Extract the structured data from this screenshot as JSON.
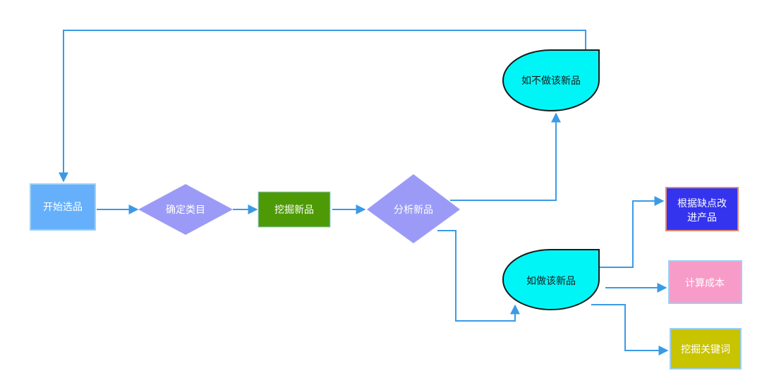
{
  "colors": {
    "connector": "#3b9ae6",
    "start_fill": "#66b0fb",
    "start_border": "#9ad0f5",
    "decision_fill": "#9b9bf7",
    "process_fill": "#4e9a06",
    "drop_fill": "#00f6f6",
    "improve_fill": "#3434ef",
    "improve_border": "#e08a6c",
    "cost_fill": "#f79cc8",
    "cost_border": "#9ad0f5",
    "keyword_fill": "#c9c400",
    "keyword_border": "#9ad0f5"
  },
  "nodes": {
    "start": "开始选品",
    "category": "确定类目",
    "mine": "挖掘新品",
    "analyze": "分析新品",
    "not_do": "如不做该新品",
    "do": "如做该新品",
    "improve_line1": "根据缺点改",
    "improve_line2": "进产品",
    "cost": "计算成本",
    "keywords": "挖掘关键词"
  }
}
